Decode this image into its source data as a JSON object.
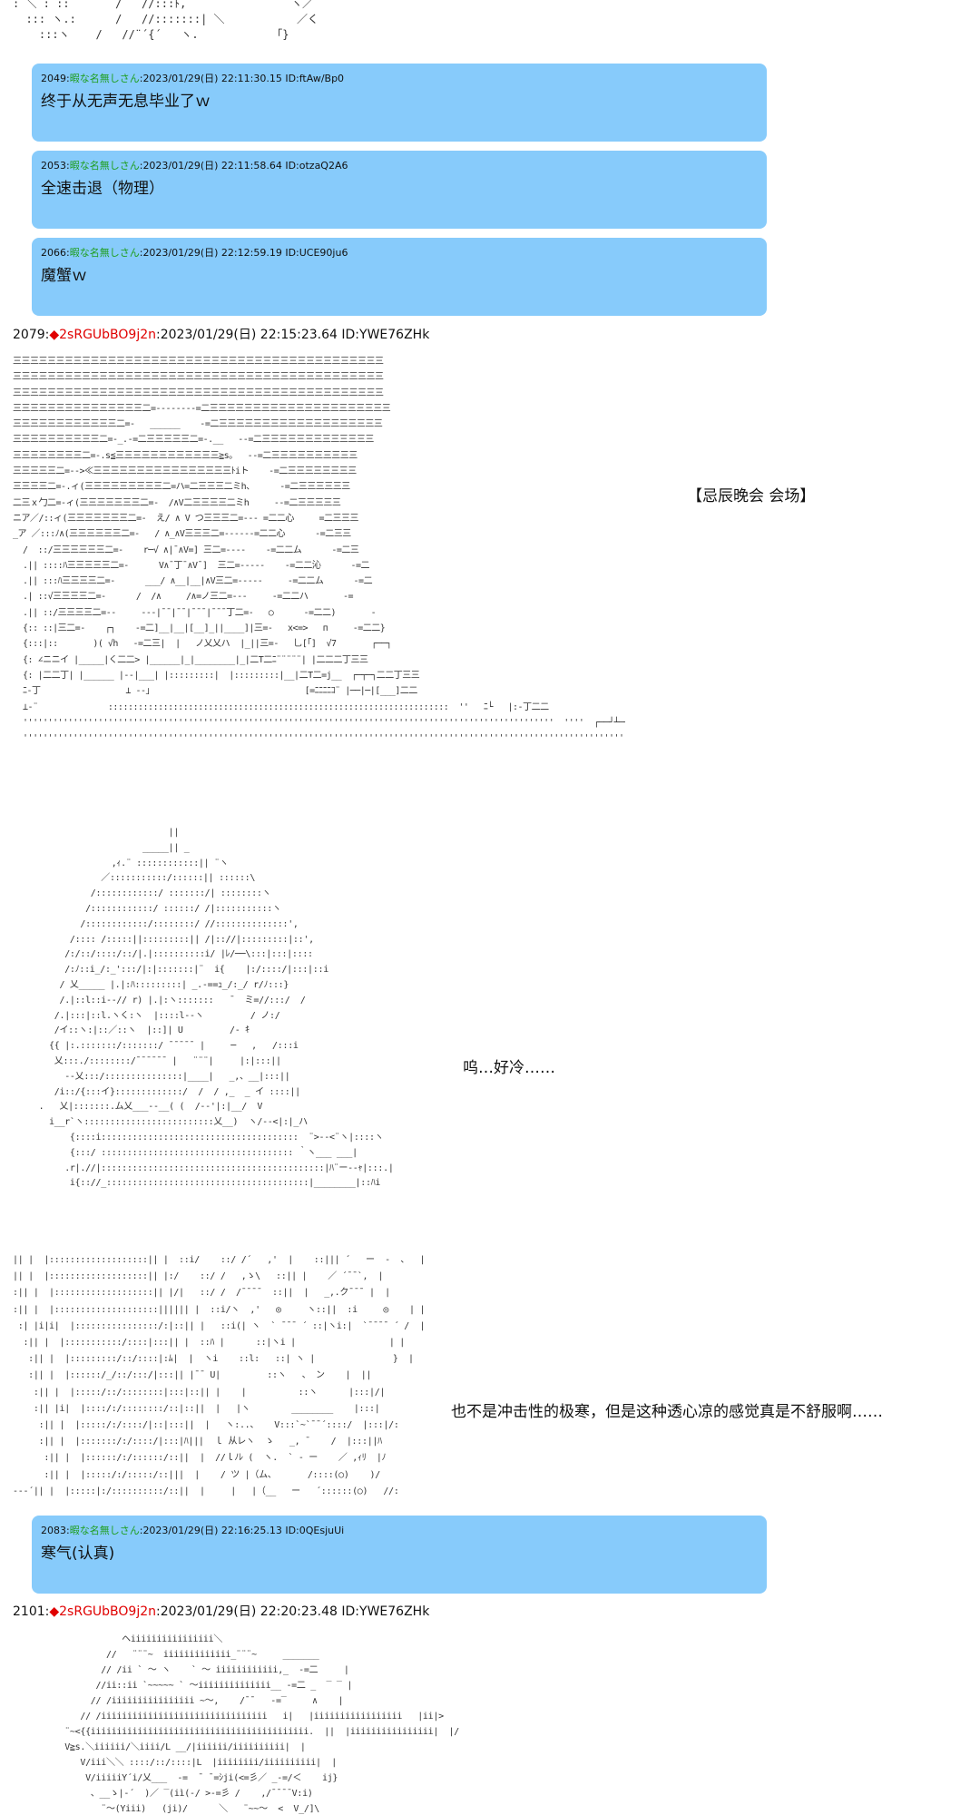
{
  "top_art": ": ＼ : ::       /   //:::ﾄ,                ヽ／\n  ::: ヽ.:      /   //:::::::| ＼           ／く\n    :::ヽ    /   //¨´{´   ヽ.            ｢}",
  "replies": [
    {
      "no": "2049",
      "name": "暇な名無しさん",
      "date": "2023/01/29(日) 22:11:30.15",
      "id": "ID:ftAw/Bp0",
      "text": "终于从无声无息毕业了ｗ"
    },
    {
      "no": "2053",
      "name": "暇な名無しさん",
      "date": "2023/01/29(日) 22:11:58.64",
      "id": "ID:otzaQ2A6",
      "text": "全速击退（物理）"
    },
    {
      "no": "2066",
      "name": "暇な名無しさん",
      "date": "2023/01/29(日) 22:12:59.19",
      "id": "ID:UCE90ju6",
      "text": "魔蟹ｗ"
    },
    {
      "no": "2083",
      "name": "暇な名無しさん",
      "date": "2023/01/29(日) 22:16:25.13",
      "id": "ID:0QEsjuUi",
      "text": "寒气(认真)"
    }
  ],
  "posts": [
    {
      "no": "2079:",
      "diamond": "◆",
      "trip": "2sRGUbBO9j2n",
      "date": ":2023/01/29(日) 22:15:23.64 ID:YWE76ZHk"
    },
    {
      "no": "2101:",
      "diamond": "◆",
      "trip": "2sRGUbBO9j2n",
      "date": ":2023/01/29(日) 22:20:23.48 ID:YWE76ZHk"
    }
  ],
  "captions": {
    "venue": "【忌辰晚会 会场】",
    "cold": "呜…好冷……",
    "feeling": "也不是冲击性的极寒，但是这种透心凉的感觉真是不舒服啊……"
  },
  "art": {
    "hall": "三三三三三三三三三三三三三三三三三三三三三三三三三三三三三三三三三三三三三三三三三三三\n三三三三三三三三三三三三三三三三三三三三三三三三三三三三三三三三三三三三三三三三三三三\n三三三三三三三三三三三三三三三三三三三三三三三三三三三三三三三三三三三三三三三三三三三\n三三三三三三三三三三三三三三三二=--------=二三三三三三三三三三三三三三三三三三三三三三\n三三三三三三三三三三三三二=-   ______    -=二三三三三三三三三三三三三三三三三三三三\n三三三三三三三三三三二=-_.-=二三三三三三二=-.__   --=二三三三三三三三三三三三三三\n三三三三三三三三二=-.s≦三三三三三三三三三三三三≧s。  --=二三三三三三三三三三三\n三三三三三二=-->≪三三三三三三三三三三三三三三三三ﾄiト    -=二三三三三三三三三\n三三三三二=-.ィ(三三三三三三三三三二=ハ=二三三三二ミh、     -=二三三三三三三\n二三ｘ勹二=-ィ(三三三三三三三二=-  /∧V二三三三三二ミh     --=二三三三三三\nニア／/::ィ(三三三三三三三二=-  え/ ∧ V つ三三三二=--- =二二心     =二三三三\n_ア ／:::ﾉ∧(三三三三三三二=-   / ∧_∧V三三三二=------=二二心      -=二三三\n  /  ::/三三三三三三二=-    r─√ ∧|¯∧V=] 三二=----    -=二二ム      -=二三\n  .|| ::::ﾊ三三三三三二=-      V∧¯丁¯∧V¯]  三二=-----    -=二二沁      -=二\n  .|| :::ﾊ三三三三二=-      ___/ ∧__|__|∧V三二=-----     -=二二ム      -=二\n  .| ::√三三三三二=-      /  /∧     /∧=ノ三二=---     -=二二ハ       -=\n  .|| ::/三三三三二=--     ---|¯¯|¯¯|¯¯¯|¯¯¯丁二=-   ○      -=二二)       -\n  {:: ::|三二=-    ┌┐    -=二]__|__|[__]_||____]|三=-   x<=>   п     -=二二}\n  {:::|::       )( √h   -=二三|  |   ノ乂乂ハ  |_||三=-   乚[「]  √7       ┌──┐\n  {: ∠ニニイ |_____|く二二> |______|_|________|_|二T二ﾆ¨¨¨¨¨| |二二二丁三三\n  {: |二二丁| |______ |--|___| |:::::::::|  |:::::::::|__|二T二=j__  ┌─┬─┐二二丁三三\n  ﾆ-丁                 ⊥ --」                              [=ﾆﾆﾆﾆｺ¨ |──|─|[___]二二\n  ⊥-¨              ::::::::::::::::::::::::::::::::::::::::::::::::::::::::::::::::::::  ''   ﾆ└   |:-丁二二\n  ''''''''''''''''''''''''''''''''''''''''''''''''''''''''''''''''''''''''''''''''''''''''''''''''''''''''''  ''''  ┌──┘┴──\n  '''''''''''''''''''''''''''''''''''''''''''''''''''''''''''''''''''''''''''''''''''''''''''''''''''''''''''''''''''''''''''''''''''",
    "girl": "                              ||\n                         _____|| _\n                   ,ｨ.¨ ::::::::::::|| ¨ヽ\n                 ／:::::::::::/::::::|| ::::::\\\n               /::::::::::::/ :::::::/| ::::::::ヽ\n              /::::::::::::/ ::::::/ /|:::::::::::ヽ\n             /::::::::::::/::::::::/ //::::::::::::::',\n           /:::: /:::::||:::::::::|| /|:://|:::::::::|::',\n          /:/::/::::/::/|.|::::::::::i/ |ﾚ/──\\:::|:::|::::\n          /:ﾉ::i_/:_':::/|:|:::::::|¨  i{    |:/::::/|:::|::i\n         / 乂_____ |.|:ﾊ:::::::::| _.-==ｭ_/:_/ r/ﾉ:::}\n         /.|::l::i--// r) |.|:ヽ:::::::   ̄   ミ=//:::/  /\n        /.|:::|::l.ヽく:ヽ  |::::l--ヽ         / ノ:/\n        /イ::ヽ:|::／::ヽ  |::]| U         /- ｷ\n       {{ |:.:::::::/:::::::/ ¯¯¯¯¯ |     ─   ,   /:::i\n        乂:::./::::::::/¯¯¯¯¯¯ |   ¨¨¨|     |:|:::||\n          --乂:::/:::::::::::::::|____|   _,、__|:::||\n        /i::/{:::イ}:::::::::::::/  /  / ,_  _ イ ::::||\n     .   乂|:::::::.ム乂___--__( (  /--'|:|__/  V\n       i__r`ヽ:::::::::::::::::::::::::乂__)  ヽ/--<|:|_ハ\n           {::::i::::::::::::::::::::::::::::::::::::::  ¨>--<¨ヽ|::::ヽ\n           {:::/ ::::::::::::::::::::::::::::::::::::: ｀ヽ___ ___|\n          .r|.//|:::::::::::::::::::::::::::::::::::::::::::|ﾊ¨ー--ｬ|:::.|\n           i{:://_:::::::::::::::::::::::::::::::::::::::|________|::ﾊi",
    "face": "|| |  |:::::::::::::::::::|| |  ::i/    ::/ /´   ,'  |    ::||| ´   ー  -  、  |\n|| |  |:::::::::::::::::::|| |:/    ::/ /   ,ゝ\\   ::|| |    ／ ´¯¯`,  |\n:|| |  |:::::::::::::::::::|| |/|   ::/ /  /¯¯¯¯  ::||  |   _,.ク¯¯¯ |  |\n:|| |  |::::::::::::::::::::|||||| |  ::i/ヽ  ,'   ◎     ヽ::||  :i     ◎    | |\n :| |i|i|  |::::::::::::::::/:|::|| |   ::i(| ヽ  ` ¯¯¯ ´ ::|ヽi:|  `¯¯¯¯ ´ /  |\n  :|| |  |:::::::::::/::::|:::|| |  ::ﾊ |      ::|ヽi |                  | |\n   :|| |  |:::::::::/::/::::|:ﾑ|  |  ヽi    ::l:   ::| ヽ |               }  |\n   :|| |  |::::::/_/::/:::/|:::|| |¯¯ U|         ::ヽ   、 ン    |  ||\n    :|| |  |:::::/::/::::::::|:::|::|| |    |          ::ヽ      |:::|/|\n    :|| |i|  |::::/:/::::::::/::|::||  |   |ヽ        ________    |:::|\n     :|| |  |:::::/:/::::/|::|:::||  |   ヽ:..、   V:::`~`¯¯´::::/  |:::|/:\n     :|| |  |:::::::/:/::::/|:::|ﾊ|||  ｌ 从レヽ  ゝ   _, ¯    /  |:::||ﾊ\n      :|| |  |::::::/:/::::::/::||  |  //ｌﾉﾚ (  ヽ.  ` - ー    ／ ,ｨﾘ  |ﾉ\n      :|| |  |:::::/:/:::::/::|||  |    / ツ |（ム、      /::::(○)    )/\n---´|| |  |:::::|:/::::::::::/::||  |     |   |（__   ー   ´::::::(○)   //:",
    "bottom": "                     ヘiiiiiiiiiiiiiiii＼\n                  //   ¨¨¨~  iiiiiiiiiiiii_¨¨¨~     _______\n                 // /ii ` ～ ヽ    ` ～ iiiiiiiiiiii,_  -=二     |\n                //ii::ii `~~~~~ ` ～iiiiiiiiiiiiii__ -=二 _  ‾ ‾ |\n               // /iiiiiiiiiiiiiiii ~～,    /¯¯   -=‾     ∧    |\n             // /iiiiiiiiiiiiiiiiiiiiiiiiiiiiiiii   i|   |iiiiiiiiiiiiiiiii   |ii|>\n          ¨~<{{iiiiiiiiiiiiiiiiiiiiiiiiiiiiiiiiiiiiiiiiii.  ||  |iiiiiiiiiiiiiiii|  |/\n          V≧s.＼iiiiii/＼iiii/L __/|iiiiii/iiiiiiiiii|  |\n             V/iii＼＼ ::::/::/::::|L  |iiiiiiii/iiiiiiiiii|  |\n              V/iiiiiY´i/乂___  -=  ¯ ¯=ｼji(<=彡／ _-=/＜    ij}\n               、__ゝ|-´  )／ ‾(iì(-/ >-=彡 /    ,/¯¯¯¯V:i)\n                 ¨～(Yiii)   (ji)/      ＼   ¨~~～  <  V_/]\\\n                      ¨¨          ¨¨¨        ¨~~~~~~~      ,"
  }
}
